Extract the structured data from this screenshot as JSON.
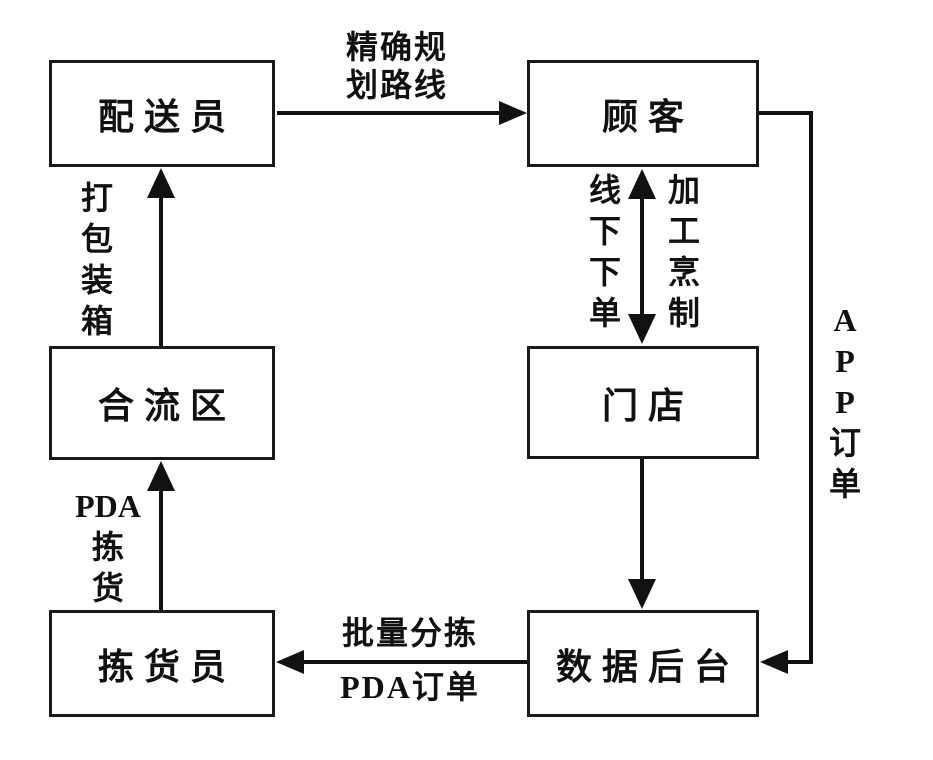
{
  "diagram": {
    "type": "flowchart",
    "background_color": "#ffffff",
    "line_color": "#111111",
    "nodes": [
      {
        "id": "delivery-person",
        "label": "配送员"
      },
      {
        "id": "customer",
        "label": "顾客"
      },
      {
        "id": "merge-area",
        "label": "合流区"
      },
      {
        "id": "store",
        "label": "门店"
      },
      {
        "id": "picker",
        "label": "拣货员"
      },
      {
        "id": "data-backend",
        "label": "数据后台"
      }
    ],
    "labels": {
      "route_planning": [
        "精确规",
        "划路线"
      ],
      "packing": [
        "打",
        "包",
        "装",
        "箱"
      ],
      "offline_order": [
        "线",
        "下",
        "下",
        "单"
      ],
      "cooking": [
        "加",
        "工",
        "烹",
        "制"
      ],
      "app_order": [
        "A",
        "P",
        "P",
        "订",
        "单"
      ],
      "batch_sorting": "批量分拣",
      "pda_order": "PDA订单",
      "pda_picking": [
        "PDA",
        "拣",
        "货"
      ]
    },
    "edges": [
      {
        "from": "配送员",
        "to": "顾客",
        "label": "精确规划路线",
        "direction": "right"
      },
      {
        "from": "合流区",
        "to": "配送员",
        "label": "打包装箱",
        "direction": "up"
      },
      {
        "from": "顾客",
        "to": "门店",
        "label_left": "线下下单",
        "label_right": "加工烹制",
        "direction": "both"
      },
      {
        "from": "顾客",
        "to": "数据后台",
        "label": "APP订单",
        "direction": "down-then-left"
      },
      {
        "from": "门店",
        "to": "数据后台",
        "label": "",
        "direction": "down"
      },
      {
        "from": "数据后台",
        "to": "拣货员",
        "label_top": "批量分拣",
        "label_bottom": "PDA订单",
        "direction": "left"
      },
      {
        "from": "拣货员",
        "to": "合流区",
        "label": "PDA拣货",
        "direction": "up"
      }
    ]
  }
}
